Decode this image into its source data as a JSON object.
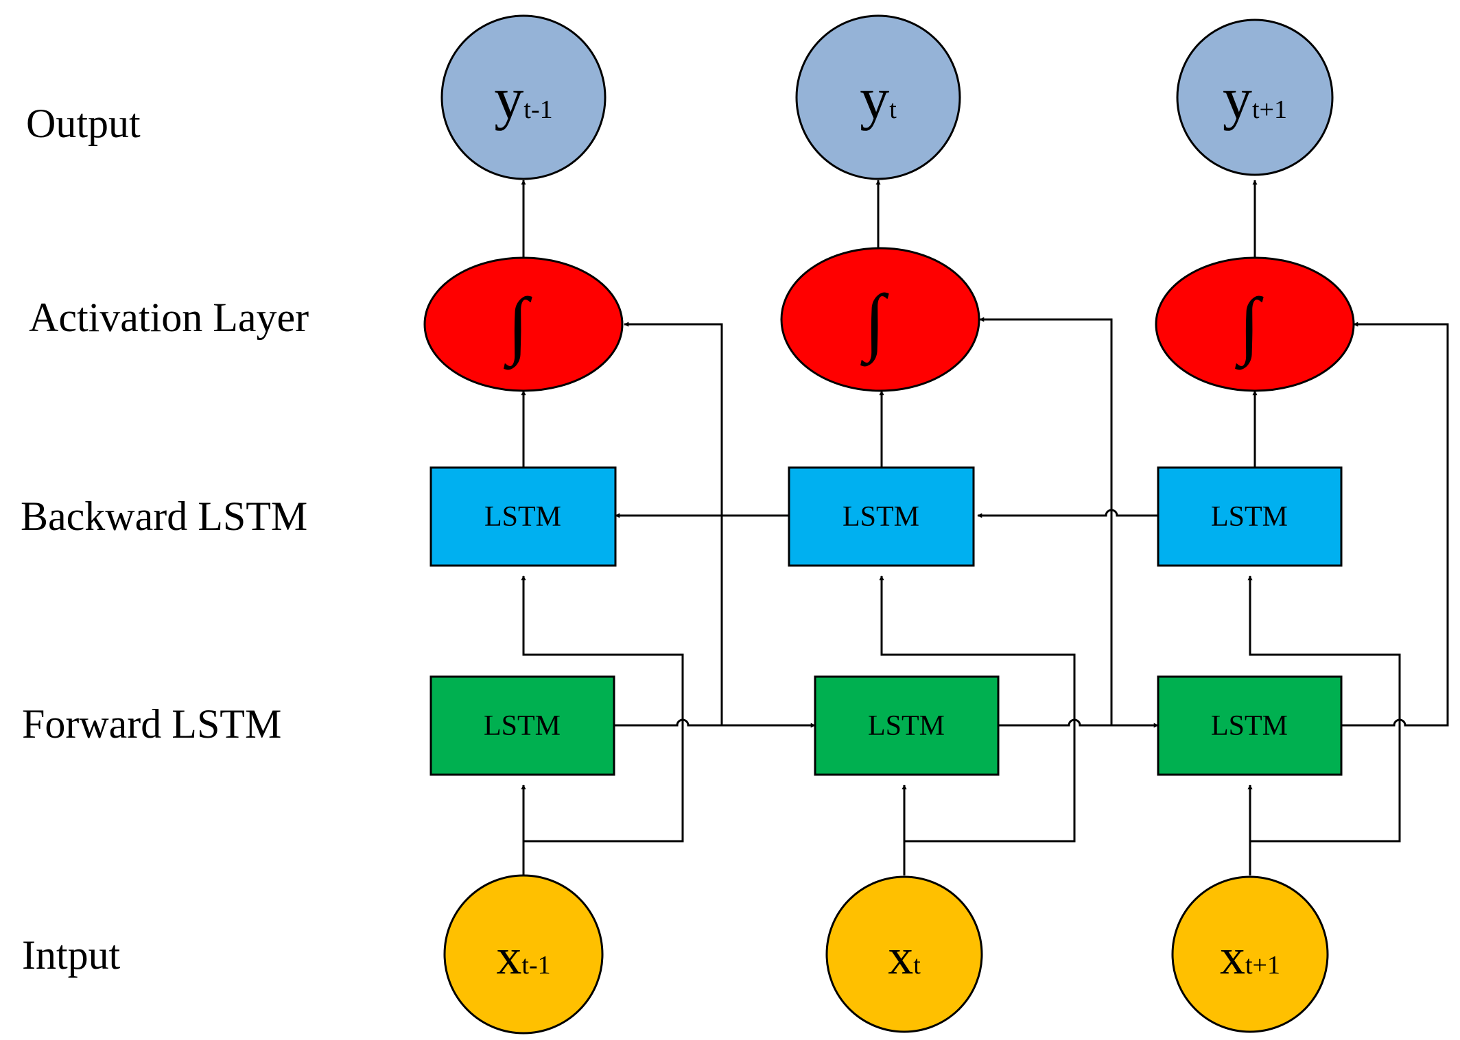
{
  "row_labels": {
    "output": "Output",
    "activation": "Activation Layer",
    "backward": "Backward LSTM",
    "forward": "Forward LSTM",
    "input": "Intput"
  },
  "timesteps": [
    {
      "y_base": "y",
      "y_sub": "t-1",
      "x_base": "x",
      "x_sub": "t-1",
      "activation_symbol": "∫",
      "backward_label": "LSTM",
      "forward_label": "LSTM"
    },
    {
      "y_base": "y",
      "y_sub": "t",
      "x_base": "x",
      "x_sub": "t",
      "activation_symbol": "∫",
      "backward_label": "LSTM",
      "forward_label": "LSTM"
    },
    {
      "y_base": "y",
      "y_sub": "t+1",
      "x_base": "x",
      "x_sub": "t+1",
      "activation_symbol": "∫",
      "backward_label": "LSTM",
      "forward_label": "LSTM"
    }
  ],
  "colors": {
    "output_node": "#95b3d7",
    "activation_node": "#ff0000",
    "backward_box": "#00b0f0",
    "forward_box": "#00b050",
    "input_node": "#ffc000"
  }
}
